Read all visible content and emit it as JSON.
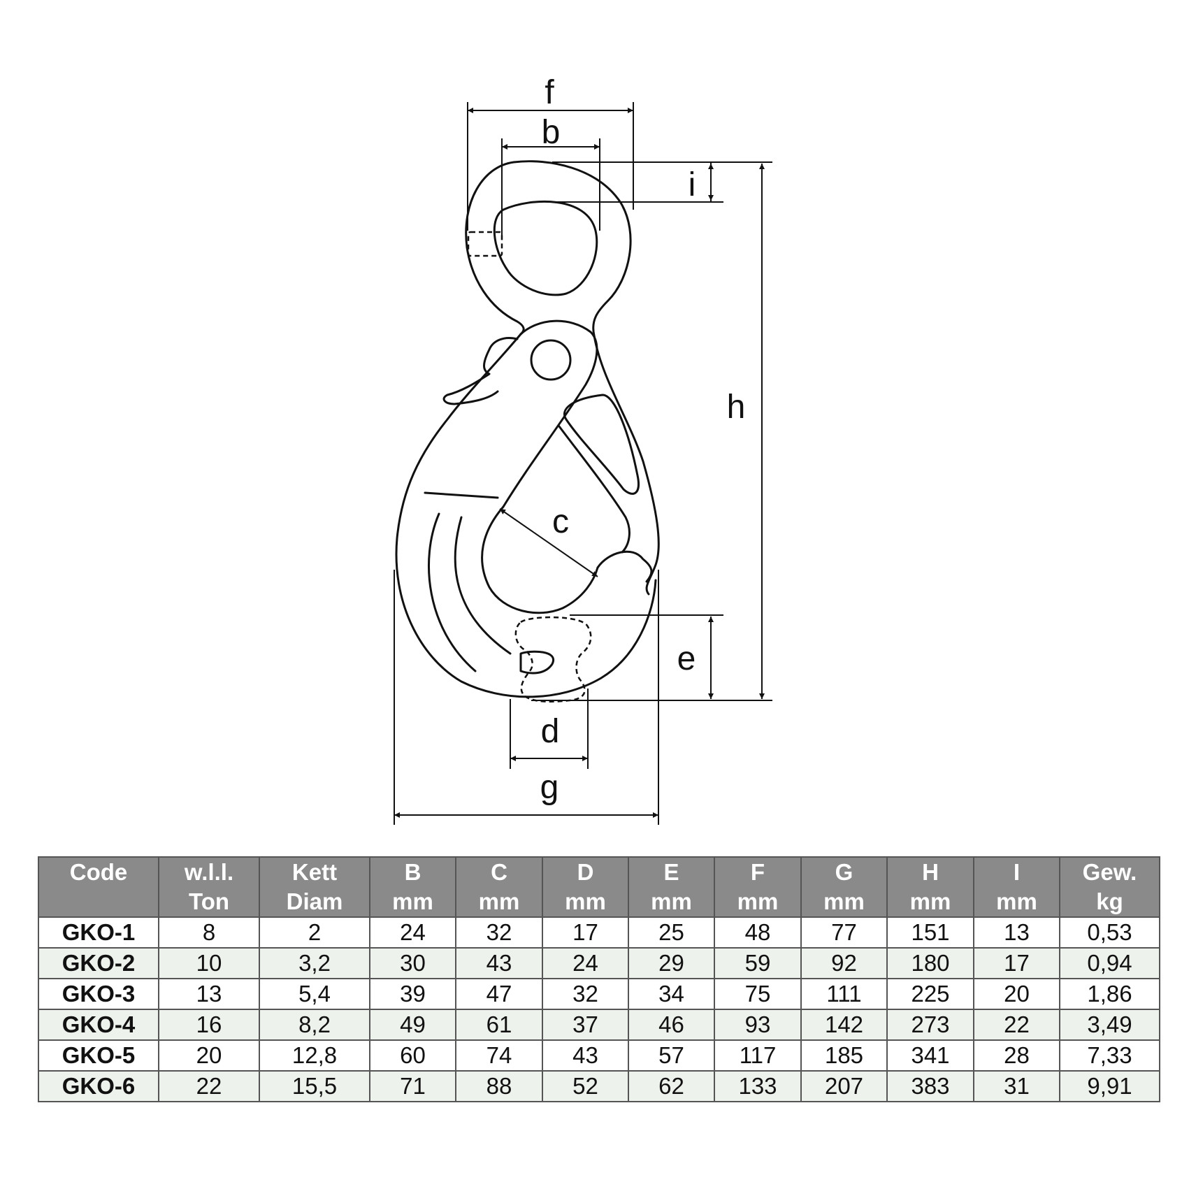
{
  "diagram": {
    "labels": {
      "f": "f",
      "b": "b",
      "i": "i",
      "h": "h",
      "c": "c",
      "e": "e",
      "d": "d",
      "g": "g"
    }
  },
  "table": {
    "headers": [
      {
        "line1": "Code",
        "line2": ""
      },
      {
        "line1": "w.l.l.",
        "line2": "Ton"
      },
      {
        "line1": "Kett",
        "line2": "Diam"
      },
      {
        "line1": "B",
        "line2": "mm"
      },
      {
        "line1": "C",
        "line2": "mm"
      },
      {
        "line1": "D",
        "line2": "mm"
      },
      {
        "line1": "E",
        "line2": "mm"
      },
      {
        "line1": "F",
        "line2": "mm"
      },
      {
        "line1": "G",
        "line2": "mm"
      },
      {
        "line1": "H",
        "line2": "mm"
      },
      {
        "line1": "I",
        "line2": "mm"
      },
      {
        "line1": "Gew.",
        "line2": "kg"
      }
    ],
    "rows": [
      [
        "GKO-1",
        "8",
        "2",
        "24",
        "32",
        "17",
        "25",
        "48",
        "77",
        "151",
        "13",
        "0,53"
      ],
      [
        "GKO-2",
        "10",
        "3,2",
        "30",
        "43",
        "24",
        "29",
        "59",
        "92",
        "180",
        "17",
        "0,94"
      ],
      [
        "GKO-3",
        "13",
        "5,4",
        "39",
        "47",
        "32",
        "34",
        "75",
        "111",
        "225",
        "20",
        "1,86"
      ],
      [
        "GKO-4",
        "16",
        "8,2",
        "49",
        "61",
        "37",
        "46",
        "93",
        "142",
        "273",
        "22",
        "3,49"
      ],
      [
        "GKO-5",
        "20",
        "12,8",
        "60",
        "74",
        "43",
        "57",
        "117",
        "185",
        "341",
        "28",
        "7,33"
      ],
      [
        "GKO-6",
        "22",
        "15,5",
        "71",
        "88",
        "52",
        "62",
        "133",
        "207",
        "383",
        "31",
        "9,91"
      ]
    ]
  }
}
